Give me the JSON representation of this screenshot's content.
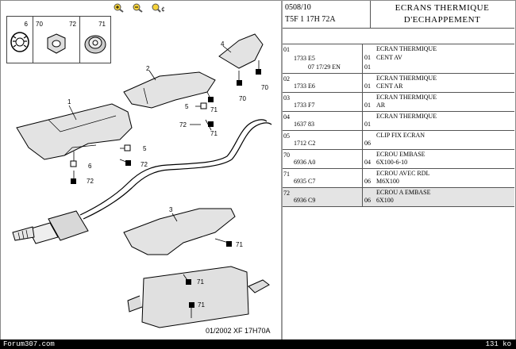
{
  "toolbar": {
    "zoom_in": "zoom-in",
    "zoom_out": "zoom-out",
    "zoom_fit": "zoom-fit"
  },
  "thumbnails": [
    {
      "num": "6"
    },
    {
      "num": "70"
    },
    {
      "num": "72"
    },
    {
      "num": "71"
    }
  ],
  "diagram": {
    "callouts": [
      "1",
      "2",
      "3",
      "4",
      "5",
      "5",
      "6",
      "70",
      "70",
      "71",
      "71",
      "71",
      "72",
      "72",
      "72",
      "71",
      "71"
    ],
    "caption": "01/2002   XF 17H70A"
  },
  "header": {
    "ref": "0508/10",
    "model": "T5F 1 17H 72A",
    "title_line1": "ECRANS THERMIQUE",
    "title_line2": "D'ECHAPPEMENT"
  },
  "parts": [
    {
      "num": "01",
      "ref": "1733 E5",
      "ref2": "07 17/29 EN",
      "desc": "ECRAN THERMIQUE",
      "qty": "01",
      "sub": "CENT AV",
      "qty2": "01"
    },
    {
      "num": "02",
      "ref": "1733 E6",
      "desc": "ECRAN THERMIQUE",
      "qty": "01",
      "sub": "CENT AR"
    },
    {
      "num": "03",
      "ref": "1733 F7",
      "desc": "ECRAN THERMIQUE",
      "qty": "01",
      "sub": "AR"
    },
    {
      "num": "04",
      "ref": "1637 83",
      "desc": "ECRAN THERMIQUE",
      "qty": "01"
    },
    {
      "num": "05",
      "ref": "1712 C2",
      "desc": "CLIP FIX ECRAN",
      "qty": "06"
    },
    {
      "num": "70",
      "ref": "6936 A0",
      "desc": "ECROU EMBASE",
      "qty": "04",
      "sub": "6X100-6-10"
    },
    {
      "num": "71",
      "ref": "6935 C7",
      "desc": "ECROU AVEC RDL",
      "qty": "06",
      "sub": "M6X100"
    },
    {
      "num": "72",
      "ref": "6936 C9",
      "desc": "ECROU A EMBASE",
      "qty": "06",
      "sub": "6X100"
    }
  ],
  "status": {
    "left": "Forum307.com",
    "right": "131 ko"
  }
}
